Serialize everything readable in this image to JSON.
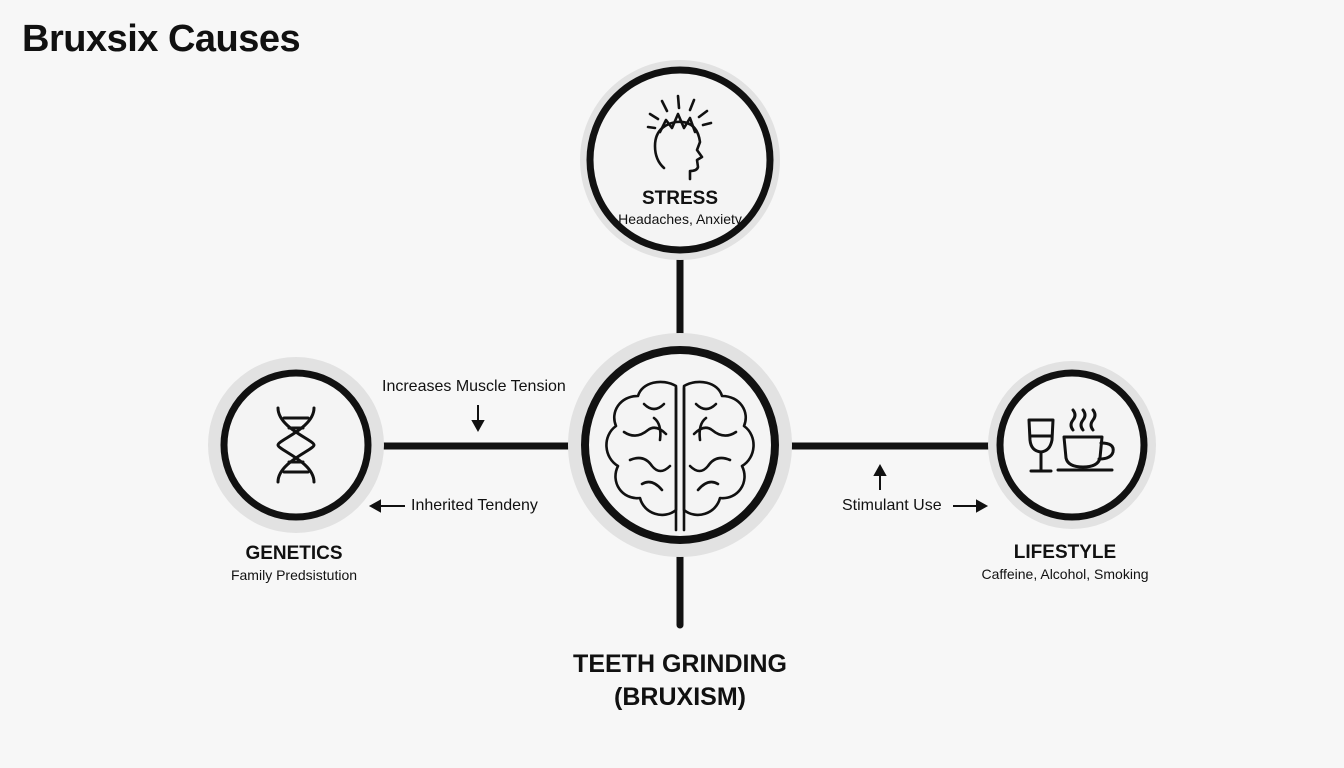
{
  "title": "Bruxsix Causes",
  "center": {
    "line1": "TEETH GRINDING",
    "line2": "(BRUXISM)",
    "icon": "brain-icon"
  },
  "nodes": {
    "stress": {
      "title": "STRESS",
      "subtitle": "Headaches, Anxiety",
      "icon": "head-stress-icon"
    },
    "genetics": {
      "title": "GENETICS",
      "subtitle": "Family Predsistution",
      "icon": "dna-icon"
    },
    "lifestyle": {
      "title": "LIFESTYLE",
      "subtitle": "Caffeine, Alcohol, Smoking",
      "icon": "wine-coffee-icon"
    }
  },
  "edges": {
    "muscle_tension": "Increases Muscle Tension",
    "inherited": "Inherited Tendeny",
    "stimulant": "Stimulant Use"
  },
  "colors": {
    "stroke": "#111111",
    "halo": "#e2e2e2",
    "node_fill": "#f4f4f4",
    "background": "#f7f7f7"
  }
}
